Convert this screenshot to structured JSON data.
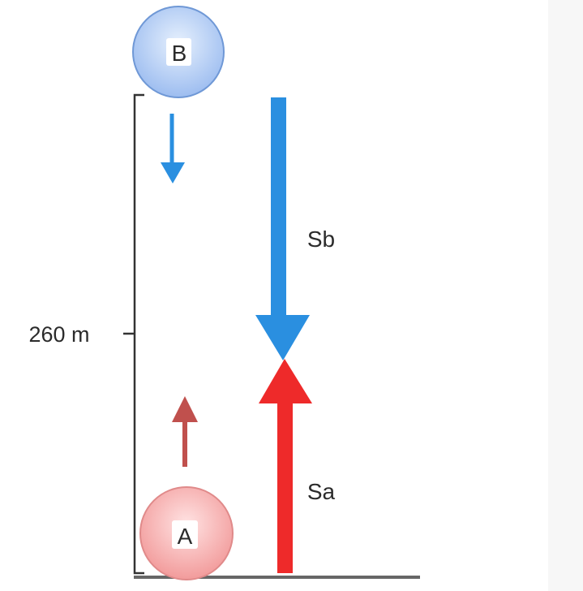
{
  "diagram": {
    "height_label": "260 m",
    "ball_a": {
      "letter": "A",
      "color": "#f4a8a8"
    },
    "ball_b": {
      "letter": "B",
      "color": "#a9c7f2"
    },
    "displacement_b_label": "Sb",
    "displacement_a_label": "Sa",
    "colors": {
      "blue_arrow": "#2a8fe0",
      "red_arrow": "#ee2a2a",
      "small_red_arrow": "#c0504d",
      "ground": "#666666",
      "bracket": "#333333"
    }
  }
}
